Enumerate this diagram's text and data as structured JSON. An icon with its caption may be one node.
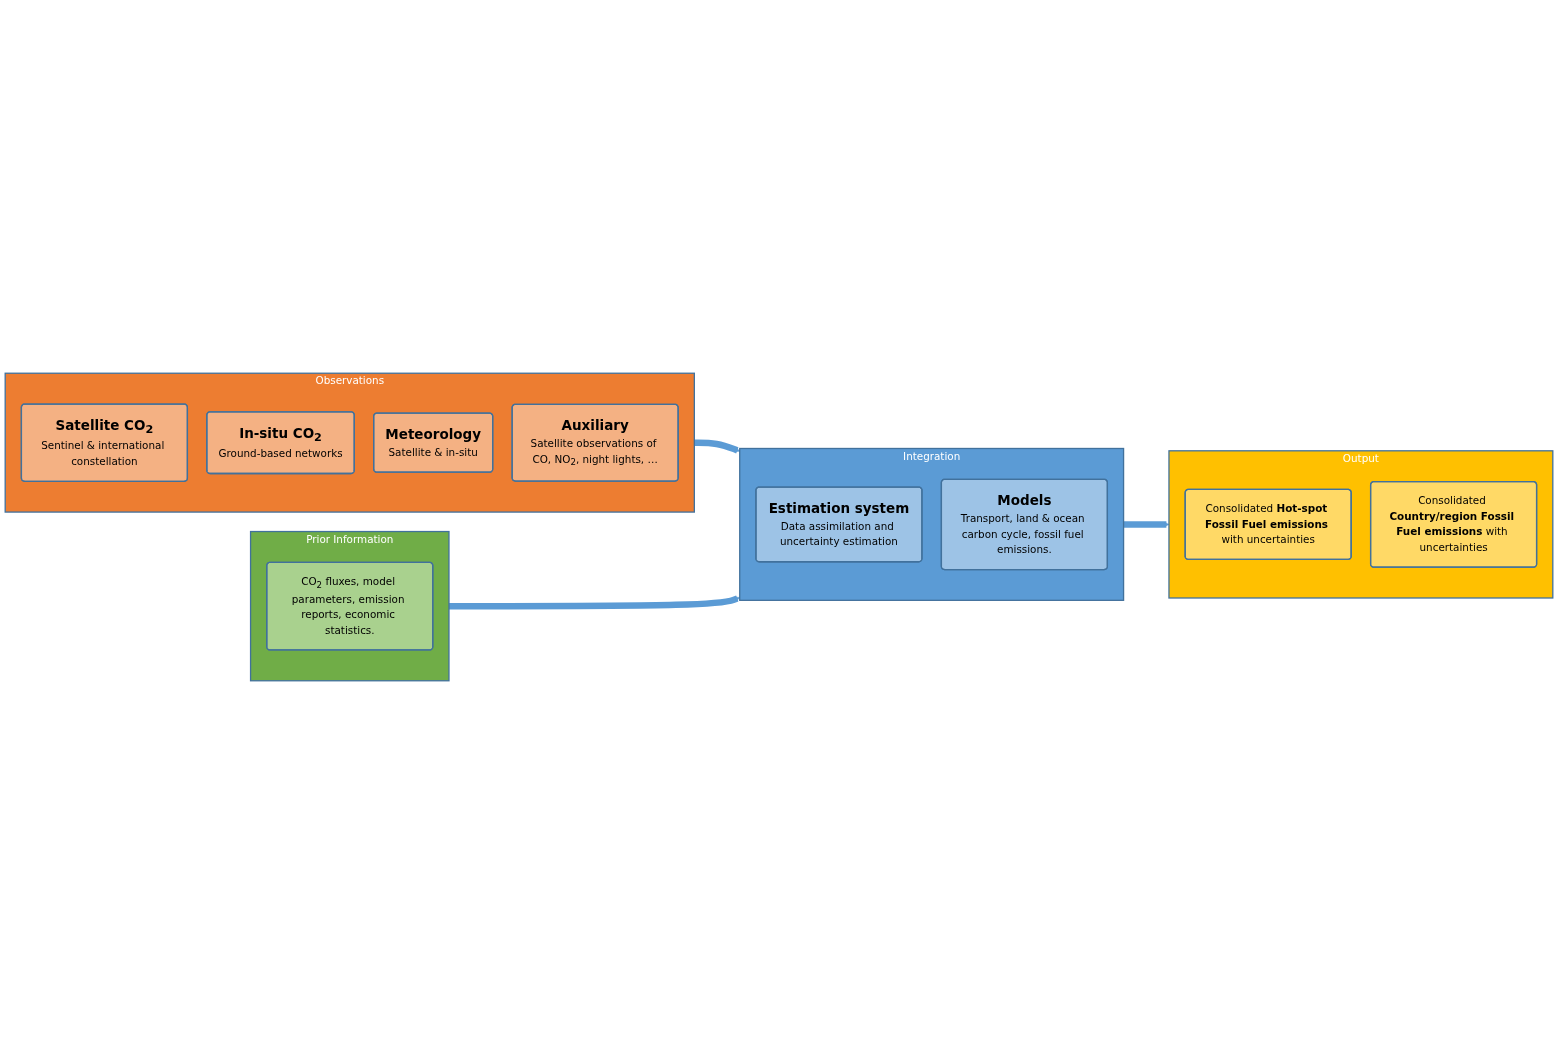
{
  "diagram": {
    "nodes": [
      {
        "text": [
          "Observations"
        ]
      },
      {
        "text": [
          "Satellite CO$_{2}$",
          "Sentinel & international constellation"
        ],
        "in": 0
      },
      {
        "text": [
          "In-situ CO$_{2}$",
          "Ground-based networks"
        ],
        "in": 0
      },
      {
        "text": [
          "Meteorology",
          "Satellite & in-situ"
        ],
        "in": 0
      },
      {
        "text": [
          "Auxiliary",
          "Satellite observations of CO, NO$_{2}$, night lights, …"
        ],
        "in": 0
      },
      {
        "text": [
          "Prior Information"
        ]
      },
      {
        "text": [
          "CO$_{2}$ fluxes, model parameters, emission reports, economic statistics."
        ],
        "in": 5
      },
      {
        "text": [
          "Integration"
        ]
      },
      {
        "text": [
          "Estimation system",
          "Data assimilation and uncertainty estimation"
        ],
        "in": 7
      },
      {
        "text": [
          "Models",
          "Transport, land & ocean carbon cycle, fossil fuel emissions."
        ],
        "in": 7
      },
      {
        "text": [
          "Output"
        ]
      },
      {
        "text": [
          "Consolidated **Hot-spot Fossil Fuel emissions** with uncertainties"
        ],
        "in": 10
      },
      {
        "text": [
          "Consolidated **Country/region Fossil Fuel emissions** with uncertainties"
        ],
        "in": 10
      }
    ],
    "edges": [
      {
        "from": 0,
        "to": 7,
        "arrow": "to"
      },
      {
        "from": 5,
        "to": 7,
        "arrow": "to"
      },
      {
        "from": 7,
        "to": 10,
        "arrow": "to"
      }
    ]
  }
}
